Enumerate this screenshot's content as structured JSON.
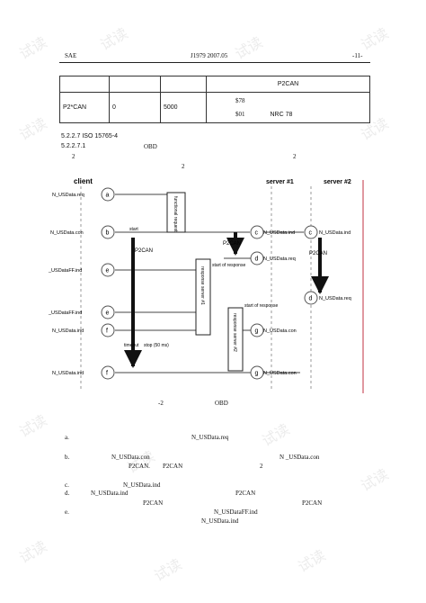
{
  "header": {
    "left": "SAE",
    "center": "J1979 2007.05",
    "right": "-11-"
  },
  "table": {
    "header_right": "P2CAN",
    "row": {
      "c1": "P2*CAN",
      "c2": "0",
      "c3": "5000",
      "c4_line1": "$78",
      "c4_line2a": "$01",
      "c4_line2b": "NRC 78"
    }
  },
  "section": {
    "title": "5.2.2.7 ISO 15765-4",
    "sub_number": "5.2.2.7.1",
    "sub_text": "OBD"
  },
  "numbers": {
    "a": "2",
    "b": "2",
    "c": "2"
  },
  "diagram": {
    "col_client": "client",
    "col_server1": "server #1",
    "col_server2": "server #2",
    "labels": {
      "n_usdata_req": "N_USData.req",
      "n_usdata_con": "N_USData.con",
      "n_usdata_ind": "N_USData.ind",
      "n_usdataff_ind": "_USDataFF.ind",
      "n_usdataff_ind2": "N_USDataFF.ind",
      "start": "start",
      "timeout": "timeout",
      "stop": "stop (50 ms)",
      "p2can": "P2CAN",
      "start_resp1": "start of response",
      "start_resp2": "start of response",
      "functional_request": "functional request",
      "response_server1": "response server #1",
      "response_server2": "response server #2"
    },
    "circles": [
      "a",
      "b",
      "c",
      "c",
      "d",
      "d",
      "e",
      "e",
      "f",
      "g",
      "f",
      "g"
    ]
  },
  "caption": {
    "num": "-2",
    "text": "OBD"
  },
  "list": {
    "a": {
      "marker": "a.",
      "term": "N_USData.req"
    },
    "b": {
      "marker": "b.",
      "term1": "N_USData.con",
      "term2": "N _USData.con",
      "p2a": "P2CAN.",
      "p2b": "P2CAN",
      "num": "2"
    },
    "c": {
      "marker": "c.",
      "term": "N_USData.ind"
    },
    "d": {
      "marker": "d.",
      "term": "N_USData.ind",
      "p2a": "P2CAN",
      "p2b": "P2CAN",
      "p2c": "P2CAN"
    },
    "e": {
      "marker": "e.",
      "term1": "N_USDataFF.ind",
      "term2": "N_USData.ind"
    }
  }
}
